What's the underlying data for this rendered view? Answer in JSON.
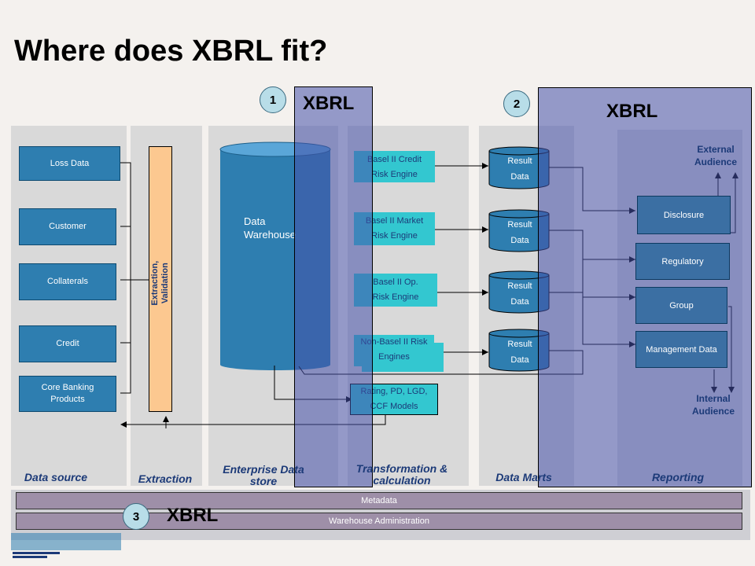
{
  "title": "Where does XBRL fit?",
  "xbrl": {
    "label": "XBRL",
    "circle1": "1",
    "circle2": "2",
    "circle3": "3"
  },
  "sources": [
    "Loss Data",
    "Customer",
    "Collaterals",
    "Credit",
    "Core Banking Products"
  ],
  "extraction_bar": "Extraction, Validation",
  "warehouse_label": "Data Warehouse",
  "engines": [
    "Basel II Credit Risk Engine",
    "Basel II Market Risk Engine",
    "Basel II Op. Risk Engine",
    "Non-Basel II Risk Engines",
    "Rating, PD, LGD, CCF Models"
  ],
  "result_data": "Result Data",
  "reporting": [
    "Disclosure",
    "Regulatory",
    "Group",
    "Management Data"
  ],
  "external_audience": "External Audience",
  "internal_audience": "Internal Audience",
  "columns": [
    "Data source",
    "Extraction",
    "Enterprise Data store",
    "Transformation & calculation",
    "Data Marts",
    "Reporting"
  ],
  "bars": {
    "metadata": "Metadata",
    "warehouse_admin": "Warehouse Administration"
  },
  "colors": {
    "box_blue": "#2e7eb0",
    "box_teal": "#33c7d0",
    "xbrl_overlay": "#4650aa",
    "label_navy": "#1c3a78",
    "circle": "#b8dde8"
  }
}
